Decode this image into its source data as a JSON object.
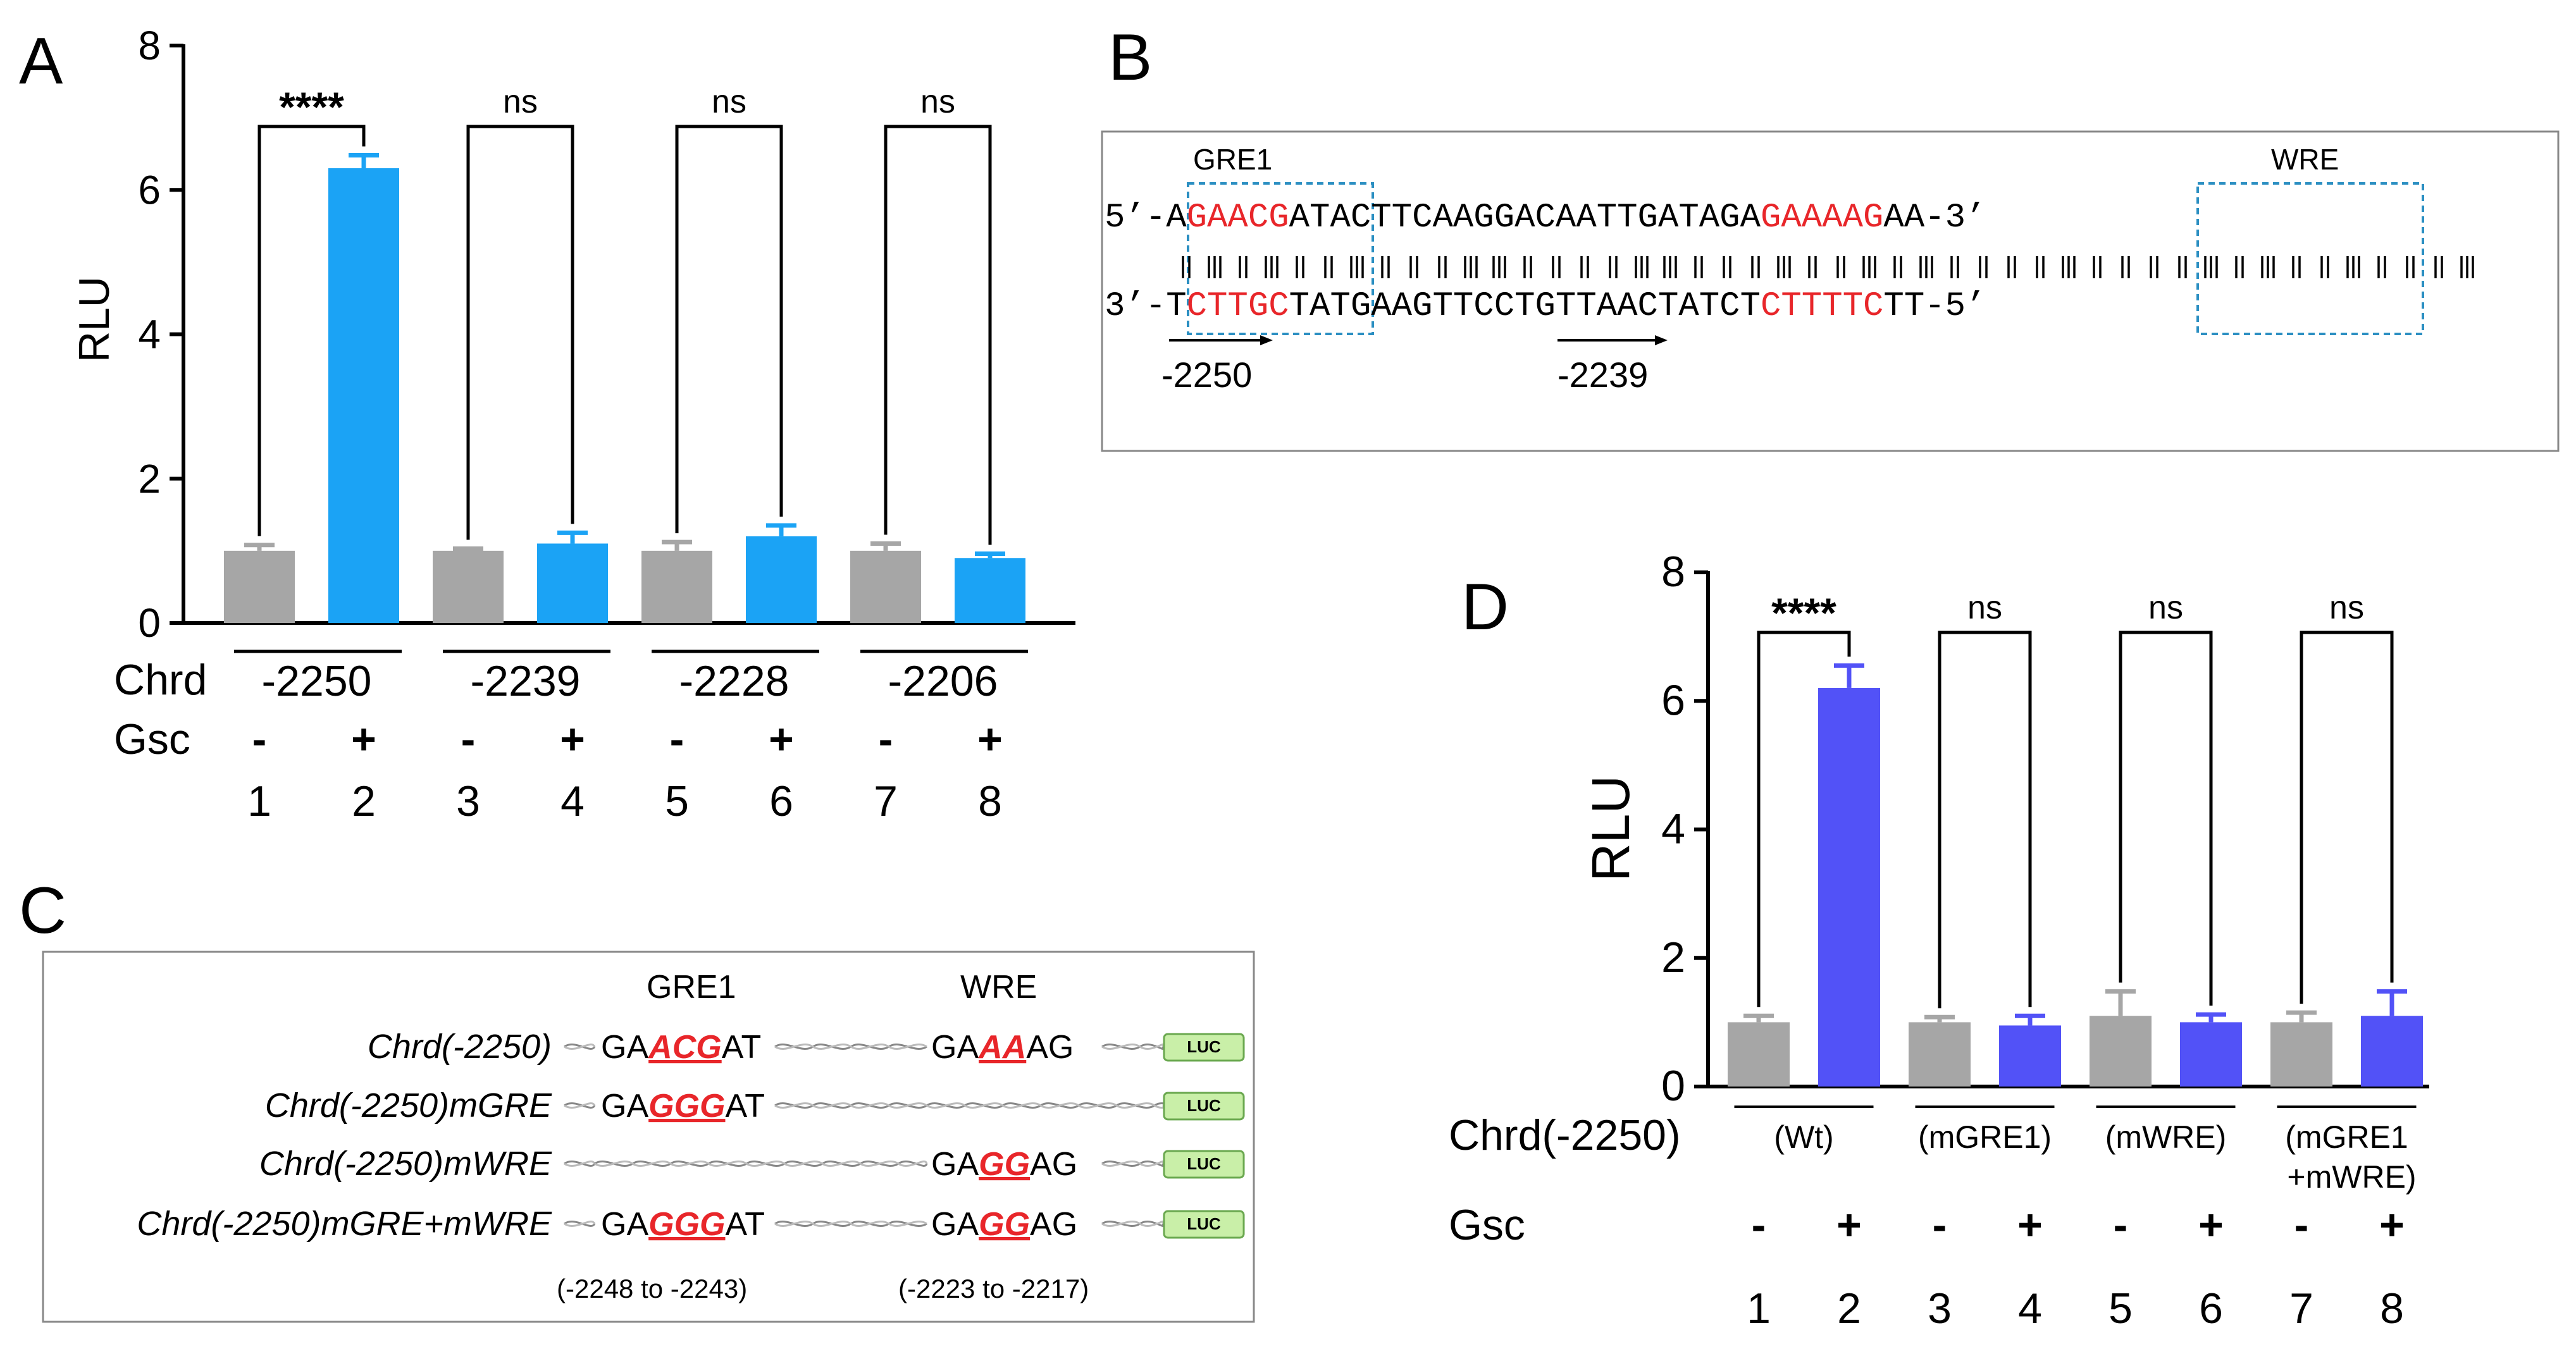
{
  "panels": {
    "A": "A",
    "B": "B",
    "C": "C",
    "D": "D"
  },
  "colors": {
    "grey": "#a6a6a6",
    "blue": "#1ba3f5",
    "purple": "#5252f7",
    "red": "#e8262a",
    "dash": "#2b8fc2"
  },
  "chart_data": [
    {
      "panel": "A",
      "type": "bar",
      "ylabel": "RLU",
      "ylim": [
        0,
        8
      ],
      "yticks": [
        "0",
        "2",
        "4",
        "6",
        "8"
      ],
      "lanes": [
        "1",
        "2",
        "3",
        "4",
        "5",
        "6",
        "7",
        "8"
      ],
      "values": [
        1.0,
        6.3,
        1.0,
        1.1,
        1.0,
        1.2,
        1.0,
        0.9
      ],
      "errors": [
        0.08,
        0.18,
        0.03,
        0.15,
        0.12,
        0.15,
        0.1,
        0.06
      ],
      "gsc": [
        "-",
        "+",
        "-",
        "+",
        "-",
        "+",
        "-",
        "+"
      ],
      "row_label_1": "Chrd",
      "row_label_2": "Gsc",
      "groups": [
        "-2250",
        "-2239",
        "-2228",
        "-2206"
      ],
      "significance": [
        "****",
        "ns",
        "ns",
        "ns"
      ]
    },
    {
      "panel": "D",
      "type": "bar",
      "ylabel": "RLU",
      "ylim": [
        0,
        8
      ],
      "yticks": [
        "0",
        "2",
        "4",
        "6",
        "8"
      ],
      "lanes": [
        "1",
        "2",
        "3",
        "4",
        "5",
        "6",
        "7",
        "8"
      ],
      "values": [
        1.0,
        6.2,
        1.0,
        0.95,
        1.1,
        1.0,
        1.0,
        1.1
      ],
      "errors": [
        0.1,
        0.35,
        0.08,
        0.15,
        0.38,
        0.12,
        0.15,
        0.38
      ],
      "gsc": [
        "-",
        "+",
        "-",
        "+",
        "-",
        "+",
        "-",
        "+"
      ],
      "row_label_1": "Chrd(-2250)",
      "row_label_2": "Gsc",
      "groups": [
        "(Wt)",
        "(mGRE1)",
        "(mWRE)",
        "(mGRE1",
        "+mWRE)"
      ],
      "significance": [
        "****",
        "ns",
        "ns",
        "ns"
      ]
    }
  ],
  "panel_b": {
    "top_prefix": "5’-A",
    "top_gre": "GAACG",
    "top_mid": "ATACTTCAAGGACAATTGATAGA",
    "top_wre": "GAAAAG",
    "top_suffix": "AA-3’",
    "bottom_prefix": "3’-T",
    "bottom_gre": "CTTGC",
    "bottom_mid": "TATGAAGTTCCTGTTAACTATCT",
    "bottom_wre": "CTTTTC",
    "bottom_suffix": "TT-5’",
    "label_gre": "GRE1",
    "label_wre": "WRE",
    "arrow1": "-2250",
    "arrow2": "-2239"
  },
  "panel_c": {
    "label_gre": "GRE1",
    "label_wre": "WRE",
    "luc": "LUC",
    "constructs": [
      {
        "name": "Chrd(-2250)",
        "gre_a": "GA",
        "gre_m": "ACG",
        "gre_b": "AT",
        "wre_a": "GA",
        "wre_m": "AA",
        "wre_b": "AG"
      },
      {
        "name": "Chrd(-2250)mGRE",
        "gre_a": "GA",
        "gre_m": "GGG",
        "gre_b": "AT",
        "wre_a": "",
        "wre_m": "",
        "wre_b": ""
      },
      {
        "name": "Chrd(-2250)mWRE",
        "gre_a": "",
        "gre_m": "",
        "gre_b": "",
        "wre_a": "GA",
        "wre_m": "GG",
        "wre_b": "AG"
      },
      {
        "name": "Chrd(-2250)mGRE+mWRE",
        "gre_a": "GA",
        "gre_m": "GGG",
        "gre_b": "AT",
        "wre_a": "GA",
        "wre_m": "GG",
        "wre_b": "AG"
      }
    ],
    "range_gre": "(-2248 to -2243)",
    "range_wre": "(-2223 to -2217)"
  }
}
